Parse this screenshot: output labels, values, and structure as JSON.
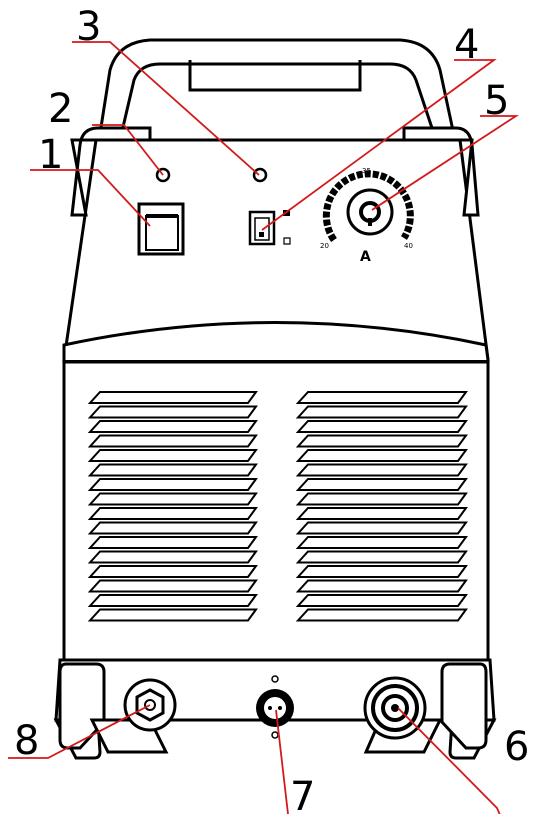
{
  "callouts": [
    {
      "id": "1",
      "label": "1"
    },
    {
      "id": "2",
      "label": "2"
    },
    {
      "id": "3",
      "label": "3"
    },
    {
      "id": "4",
      "label": "4"
    },
    {
      "id": "5",
      "label": "5"
    },
    {
      "id": "6",
      "label": "6"
    },
    {
      "id": "7",
      "label": "7"
    },
    {
      "id": "8",
      "label": "8"
    }
  ],
  "dial": {
    "unit": "A",
    "min_label": "20",
    "mid_label": "35",
    "max_label": "40"
  },
  "colors": {
    "outline": "#000000",
    "callout_line": "#d21a1a",
    "panel": "#ffffff"
  }
}
